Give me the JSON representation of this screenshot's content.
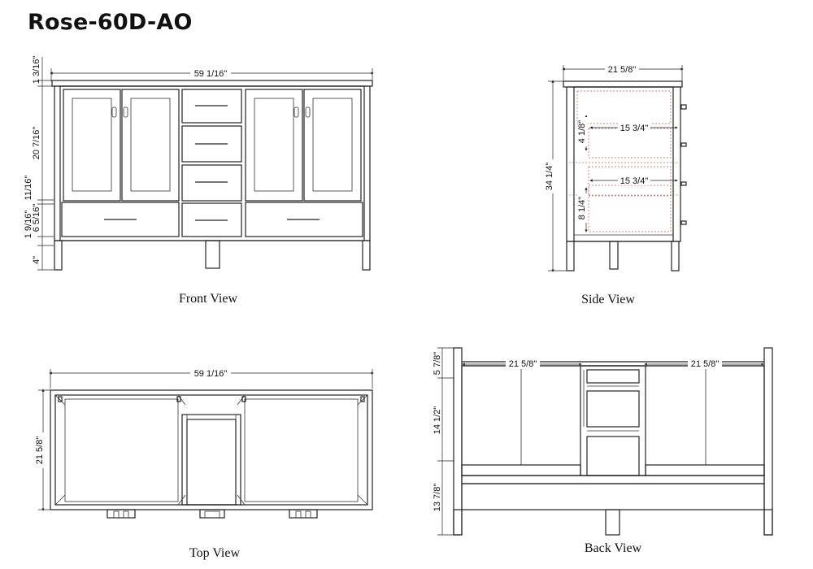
{
  "title": "Rose-60D-AO",
  "views": {
    "front": {
      "caption": "Front View",
      "dims": {
        "width": "59 1/16\"",
        "top": "1 3/16\"",
        "doors": "20 7/16\"",
        "gap": "11/16\"",
        "drawer": "6 5/16\"",
        "toe": "1 9/16\"",
        "legs": "4\""
      }
    },
    "side": {
      "caption": "Side View",
      "dims": {
        "depth": "21 5/8\"",
        "height": "34 1/4\"",
        "shelf1_depth": "15 3/4\"",
        "shelf1_height": "4 1/8\"",
        "shelf2_depth": "15 3/4\"",
        "shelf2_height": "8 1/4\""
      }
    },
    "top": {
      "caption": "Top View",
      "dims": {
        "width": "59 1/16\"",
        "depth": "21 5/8\""
      }
    },
    "back": {
      "caption": "Back View",
      "dims": {
        "left_width": "21 5/8\"",
        "right_width": "21 5/8\"",
        "upper": "5 7/8\"",
        "middle": "14 1/2\"",
        "lower": "13 7/8\""
      }
    }
  }
}
